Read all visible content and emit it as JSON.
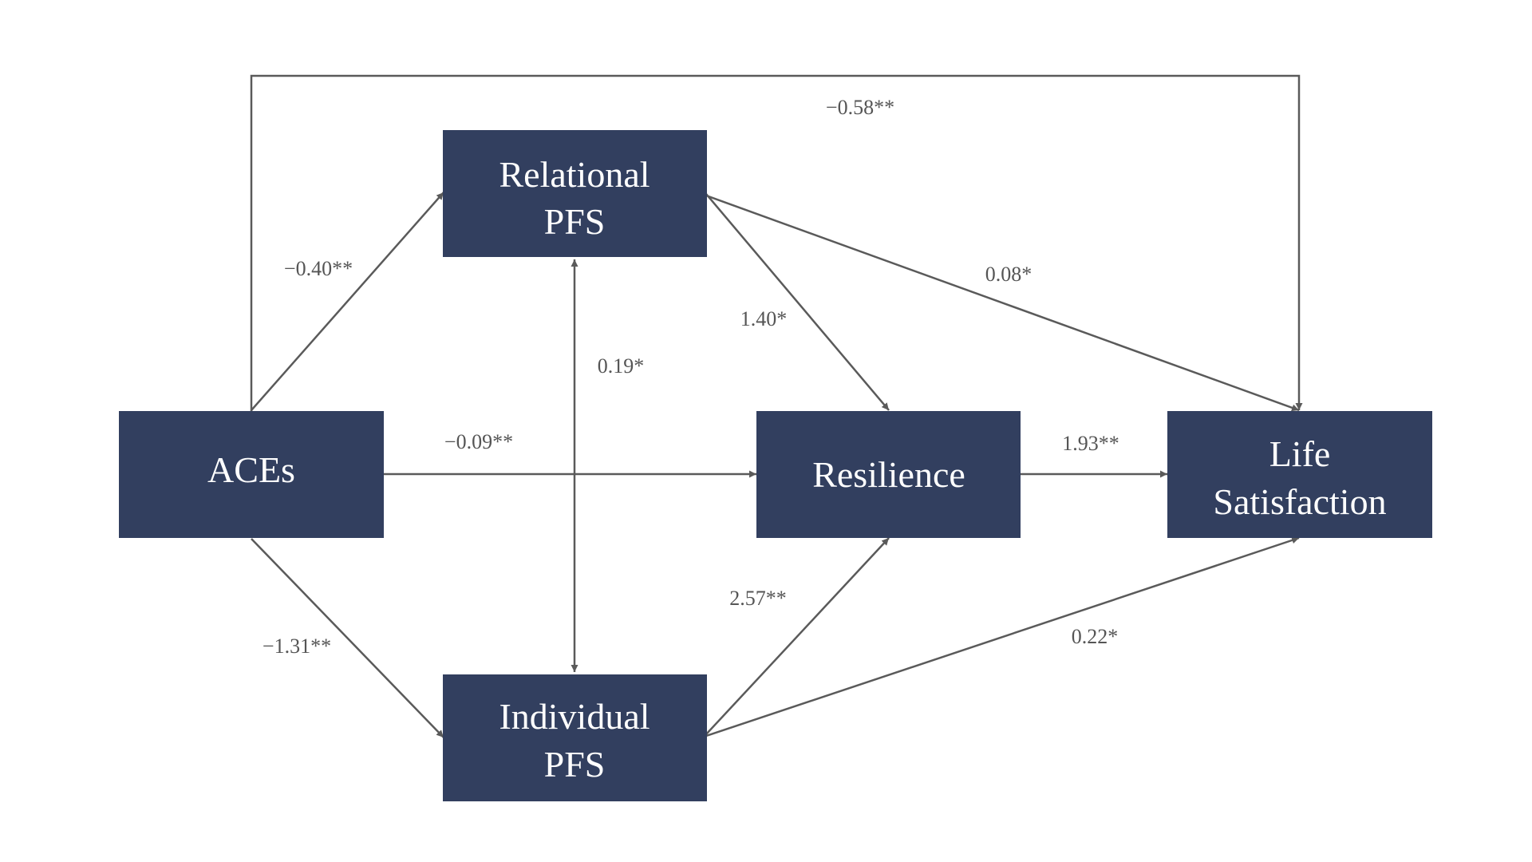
{
  "nodes": {
    "relational_pfs": {
      "line1": "Relational",
      "line2": "PFS"
    },
    "individual_pfs": {
      "line1": "Individual",
      "line2": "PFS"
    },
    "aces": {
      "line1": "ACEs"
    },
    "resilience": {
      "line1": "Resilience"
    },
    "life_satisfaction": {
      "line1": "Life",
      "line2": "Satisfaction"
    }
  },
  "paths": {
    "aces_to_life_satisfaction": "−0.58**",
    "aces_to_relational_pfs": "−0.40**",
    "aces_to_individual_pfs": "−1.31**",
    "aces_to_resilience": "−0.09**",
    "relational_to_individual_pfs": "0.19*",
    "relational_pfs_to_resilience": "1.40*",
    "relational_pfs_to_life_satisfaction": "0.08*",
    "individual_pfs_to_resilience": "2.57**",
    "individual_pfs_to_life_satisfaction": "0.22*",
    "resilience_to_life_satisfaction": "1.93**"
  },
  "colors": {
    "box_fill": "#323f5f",
    "box_text": "#ffffff",
    "edge": "#5a5a5a",
    "coef_text": "#555555"
  }
}
